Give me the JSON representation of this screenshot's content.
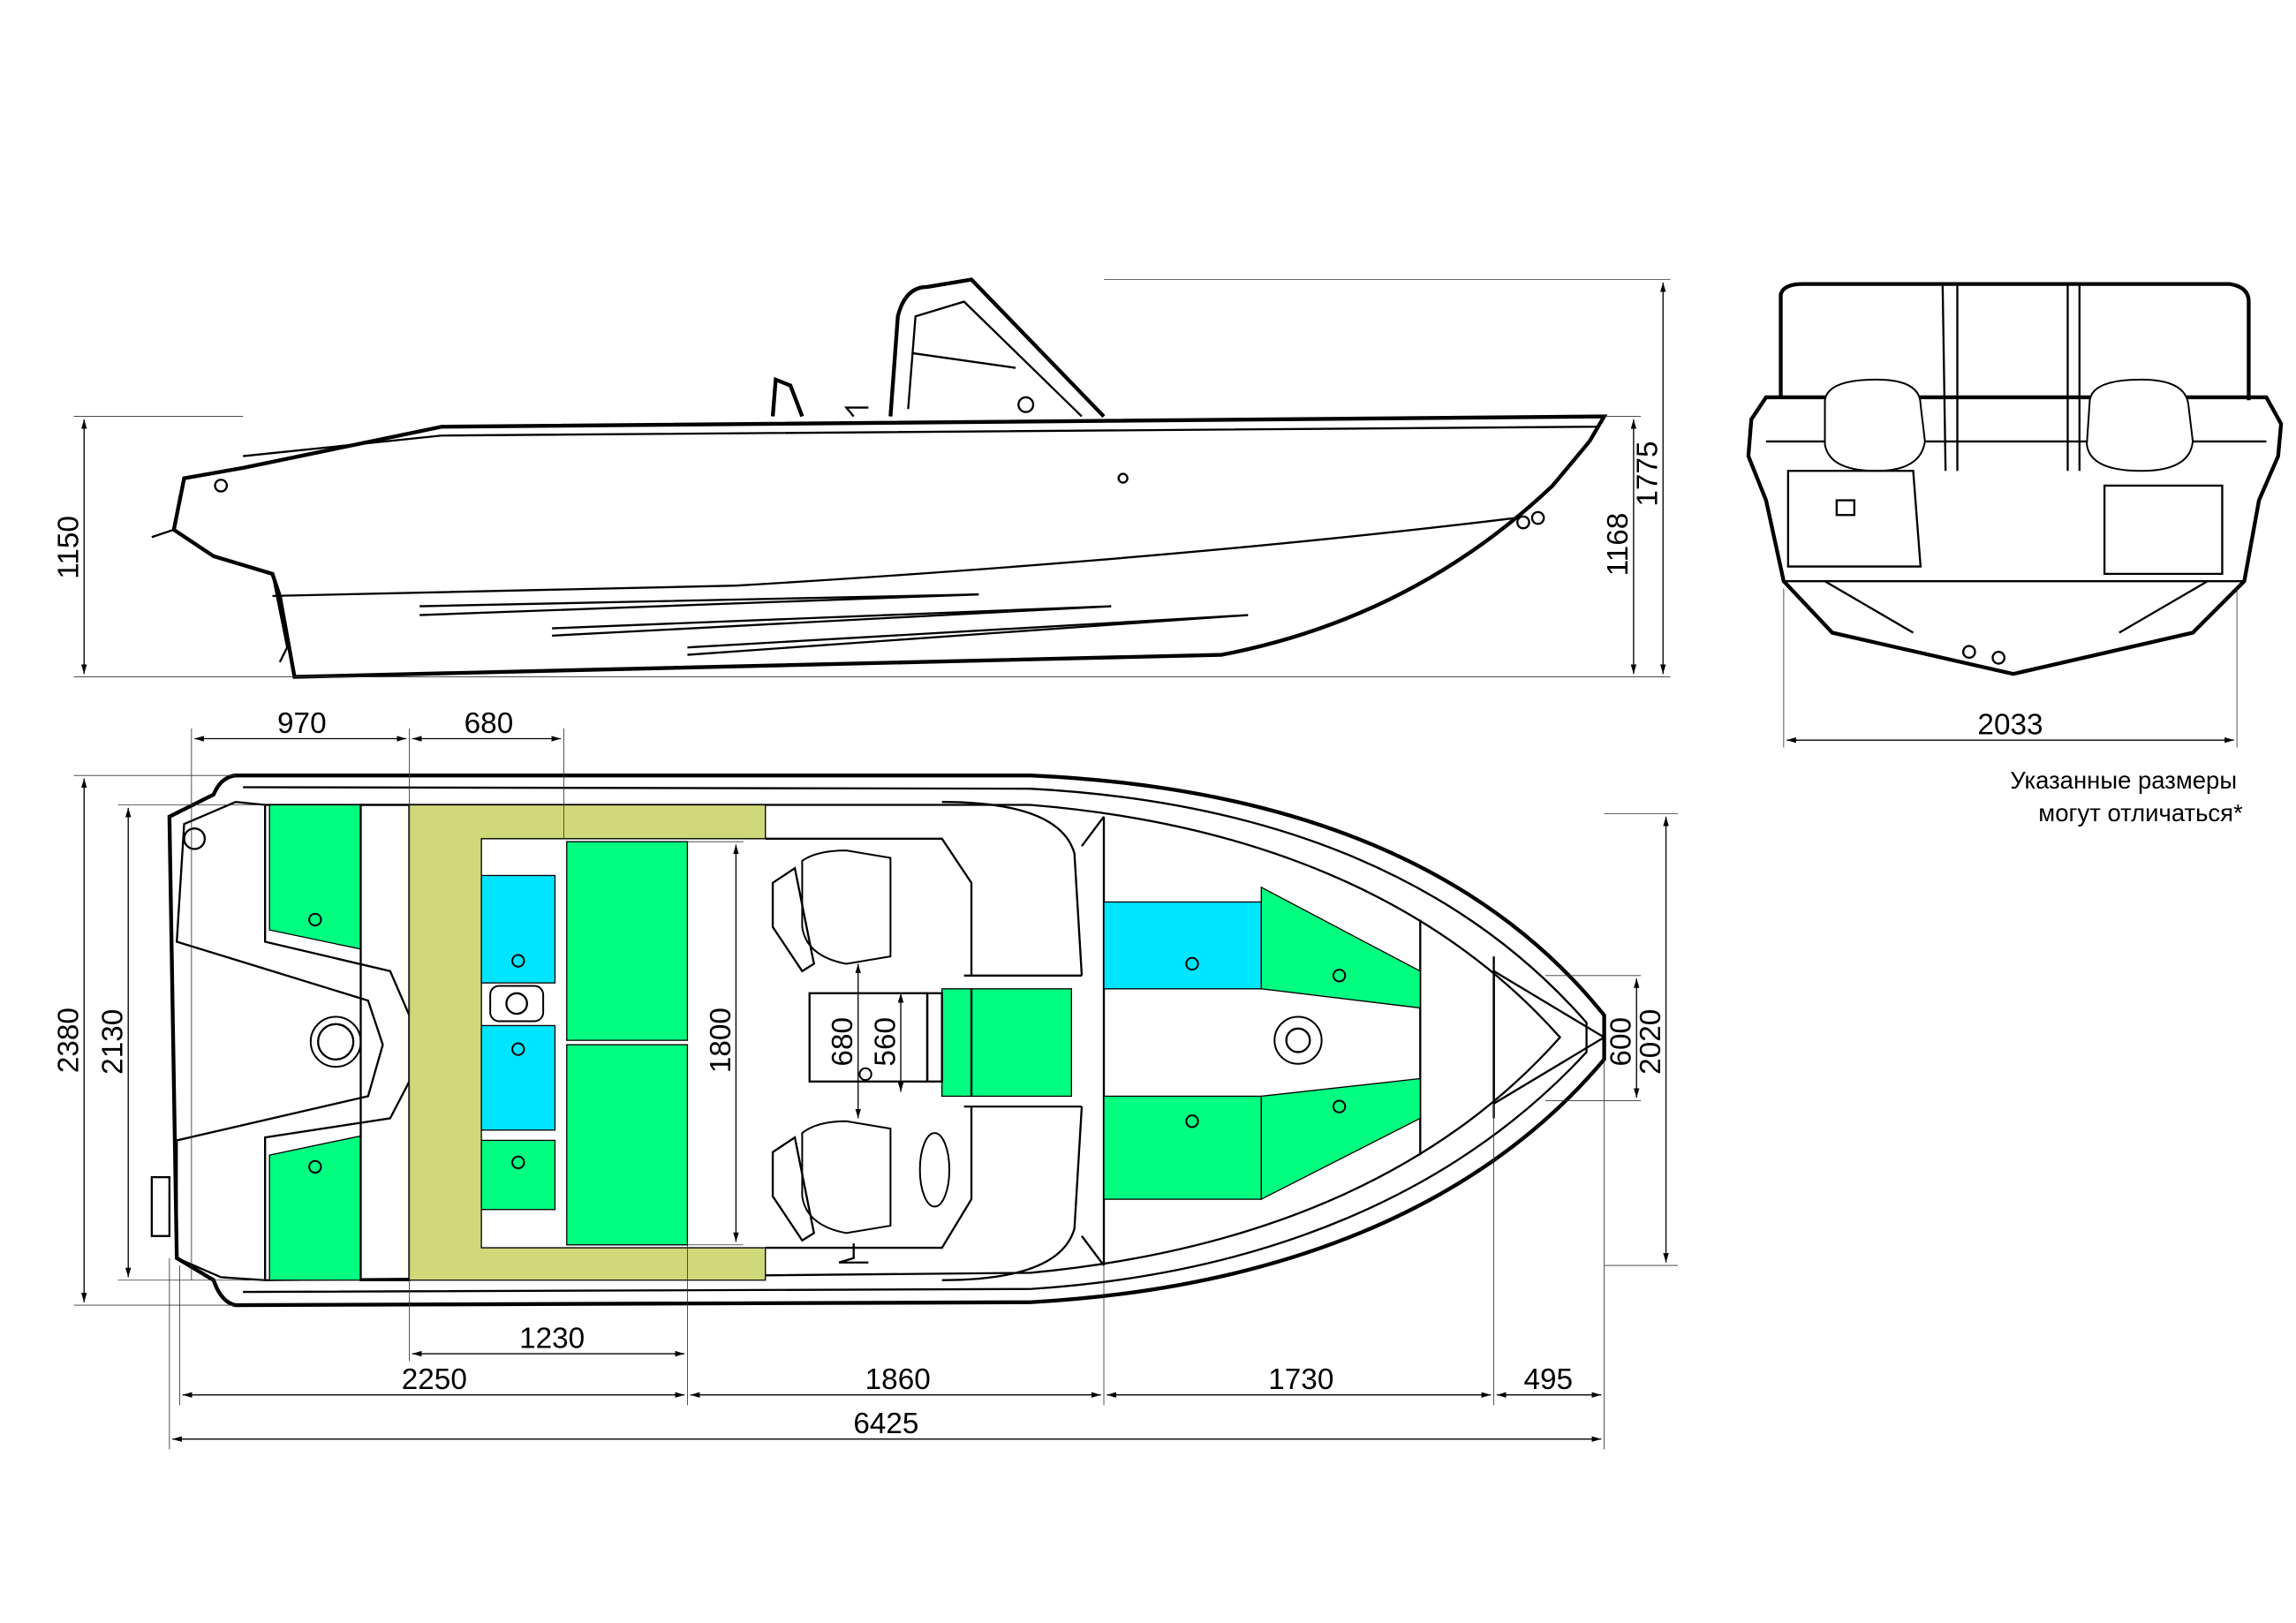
{
  "colors": {
    "green": "#00FF80",
    "cyan": "#00E5FF",
    "olive": "#CFD97A",
    "line": "#000000"
  },
  "side_view": {
    "dims": {
      "height_total": "1150",
      "height_hull": "1168",
      "height_windshield": "1775"
    }
  },
  "rear_view": {
    "dims": {
      "beam": "2033"
    }
  },
  "top_view": {
    "dims": {
      "stern_locker": "970",
      "transom_bench": "680",
      "beam_overall": "2380",
      "beam_inner": "2130",
      "seat_length": "1800",
      "console_680": "680",
      "console_560": "560",
      "bow_600": "600",
      "bow_2020": "2020",
      "bench_1230": "1230",
      "seg_2250": "2250",
      "seg_1860": "1860",
      "seg_1730": "1730",
      "seg_495": "495",
      "length_overall": "6425"
    }
  },
  "note": {
    "line1": "Указанные размеры",
    "line2": "могут отличаться*"
  }
}
